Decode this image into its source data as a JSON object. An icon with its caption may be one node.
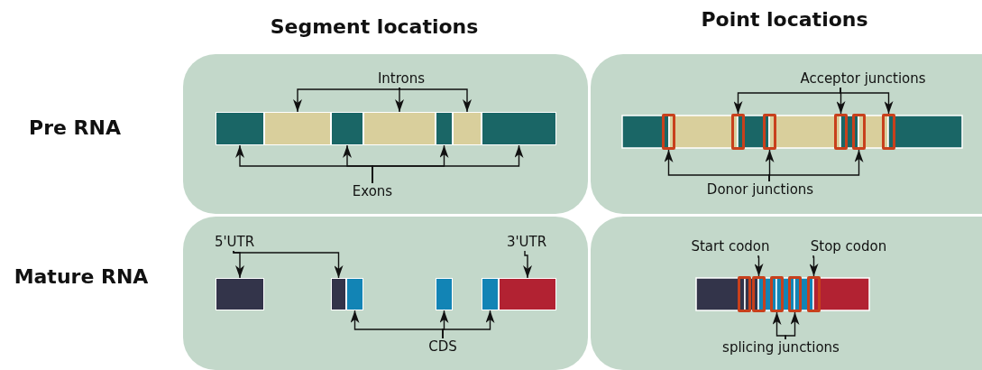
{
  "diagram": {
    "nodes": [
      {
        "text": [],
        "shape": "box"
      },
      {
        "text": [
          "Introns"
        ],
        "in": 0
      },
      {
        "text": [],
        "shape": "bar",
        "in": 0
      },
      {
        "text": [],
        "shape": "bar",
        "in": 0
      },
      {
        "text": [],
        "shape": "bar",
        "in": 0
      },
      {
        "text": [],
        "shape": "bar",
        "in": 0
      },
      {
        "text": [],
        "shape": "bar",
        "in": 0
      },
      {
        "text": [],
        "shape": "bar",
        "in": 0
      },
      {
        "text": [],
        "shape": "bar",
        "in": 0
      },
      {
        "text": [
          "Exons"
        ],
        "in": 0
      },
      {
        "text": [],
        "shape": "box"
      },
      {
        "text": [
          "Acceptor junctions"
        ],
        "in": 10
      },
      {
        "text": [],
        "shape": "box",
        "in": 10
      },
      {
        "text": [],
        "shape": "box",
        "in": 10
      },
      {
        "text": [],
        "shape": "box",
        "in": 10
      },
      {
        "text": [],
        "shape": "box",
        "in": 10
      },
      {
        "text": [],
        "shape": "box",
        "in": 10
      },
      {
        "text": [],
        "shape": "box",
        "in": 10
      },
      {
        "text": [
          "Donor junctions"
        ],
        "in": 10
      },
      {
        "text": [],
        "shape": "box"
      },
      {
        "text": [
          "5'UTR"
        ],
        "in": 19
      },
      {
        "text": [
          "3'UTR"
        ],
        "in": 19
      },
      {
        "text": [],
        "shape": "bar",
        "in": 19
      },
      {
        "text": [],
        "shape": "bar",
        "in": 19
      },
      {
        "text": [],
        "shape": "bar",
        "in": 19
      },
      {
        "text": [],
        "shape": "bar",
        "in": 19
      },
      {
        "text": [],
        "shape": "bar",
        "in": 19
      },
      {
        "text": [],
        "shape": "bar",
        "in": 19
      },
      {
        "text": [
          "CDS"
        ],
        "in": 19
      },
      {
        "text": [],
        "shape": "box"
      },
      {
        "text": [
          "Start codon"
        ],
        "in": 29
      },
      {
        "text": [
          "Stop codon"
        ],
        "in": 29
      },
      {
        "text": [],
        "shape": "box",
        "in": 29
      },
      {
        "text": [],
        "shape": "box",
        "in": 29
      },
      {
        "text": [],
        "shape": "box",
        "in": 29
      },
      {
        "text": [],
        "shape": "box",
        "in": 29
      },
      {
        "text": [],
        "shape": "box",
        "in": 29
      },
      {
        "text": [
          "splicing junctions"
        ],
        "in": 29
      }
    ],
    "edges": [
      {
        "from": 1,
        "to": 3,
        "arrow": "to"
      },
      {
        "from": 1,
        "to": 5,
        "arrow": "to"
      },
      {
        "from": 1,
        "to": 7,
        "arrow": "to"
      },
      {
        "from": 9,
        "to": 2,
        "arrow": "to"
      },
      {
        "from": 9,
        "to": 4,
        "arrow": "to"
      },
      {
        "from": 9,
        "to": 6,
        "arrow": "to"
      },
      {
        "from": 9,
        "to": 8,
        "arrow": "to"
      },
      {
        "from": 11,
        "to": 13,
        "arrow": "to"
      },
      {
        "from": 11,
        "to": 15,
        "arrow": "to"
      },
      {
        "from": 11,
        "to": 17,
        "arrow": "to"
      },
      {
        "from": 18,
        "to": 12,
        "arrow": "to"
      },
      {
        "from": 18,
        "to": 14,
        "arrow": "to"
      },
      {
        "from": 18,
        "to": 16,
        "arrow": "to"
      },
      {
        "from": 20,
        "to": 22,
        "arrow": "to"
      },
      {
        "from": 20,
        "to": 23,
        "arrow": "to"
      },
      {
        "from": 21,
        "to": 27,
        "arrow": "to"
      },
      {
        "from": 28,
        "to": 24,
        "arrow": "to"
      },
      {
        "from": 28,
        "to": 25,
        "arrow": "to"
      },
      {
        "from": 28,
        "to": 26,
        "arrow": "to"
      },
      {
        "from": 30,
        "to": 33,
        "arrow": "to"
      },
      {
        "from": 31,
        "to": 36,
        "arrow": "to"
      },
      {
        "from": 37,
        "to": 34,
        "arrow": "to"
      },
      {
        "from": 37,
        "to": 35,
        "arrow": "to"
      }
    ],
    "labels": [
      "Segment locations",
      "Point locations",
      "Pre RNA",
      "Mature RNA"
    ]
  }
}
